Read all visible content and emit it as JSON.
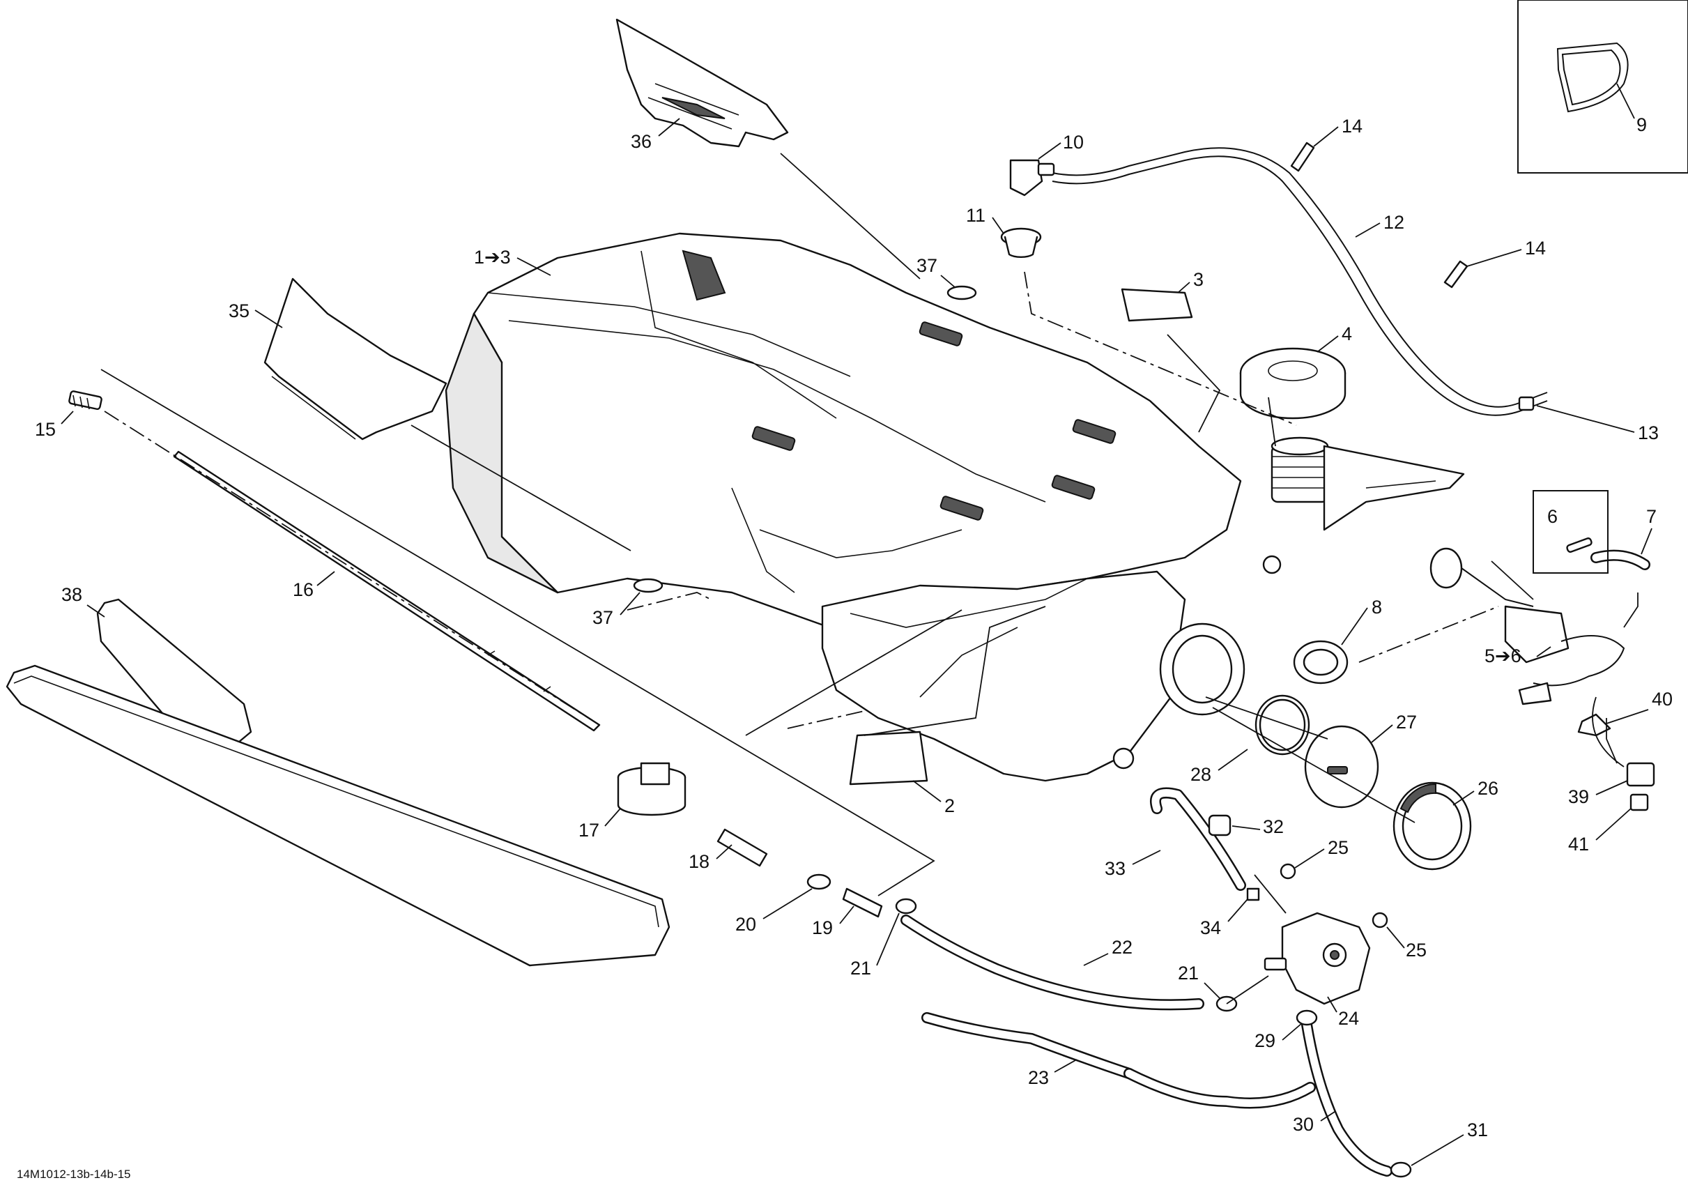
{
  "figure_code": "14M1012-13b-14b-15",
  "callouts": {
    "c1_3": "1➔3",
    "c2": "2",
    "c3": "3",
    "c4": "4",
    "c5_6": "5➔6",
    "c6": "6",
    "c7": "7",
    "c8": "8",
    "c9": "9",
    "c10": "10",
    "c11": "11",
    "c12": "12",
    "c13": "13",
    "c14a": "14",
    "c14b": "14",
    "c15": "15",
    "c16": "16",
    "c17": "17",
    "c18": "18",
    "c19": "19",
    "c20": "20",
    "c21a": "21",
    "c21b": "21",
    "c22": "22",
    "c23": "23",
    "c24": "24",
    "c25a": "25",
    "c25b": "25",
    "c26": "26",
    "c27": "27",
    "c28": "28",
    "c29": "29",
    "c30": "30",
    "c31": "31",
    "c32": "32",
    "c33": "33",
    "c34": "34",
    "c35": "35",
    "c36": "36",
    "c37a": "37",
    "c37b": "37",
    "c38": "38",
    "c39": "39",
    "c40": "40",
    "c41": "41"
  }
}
